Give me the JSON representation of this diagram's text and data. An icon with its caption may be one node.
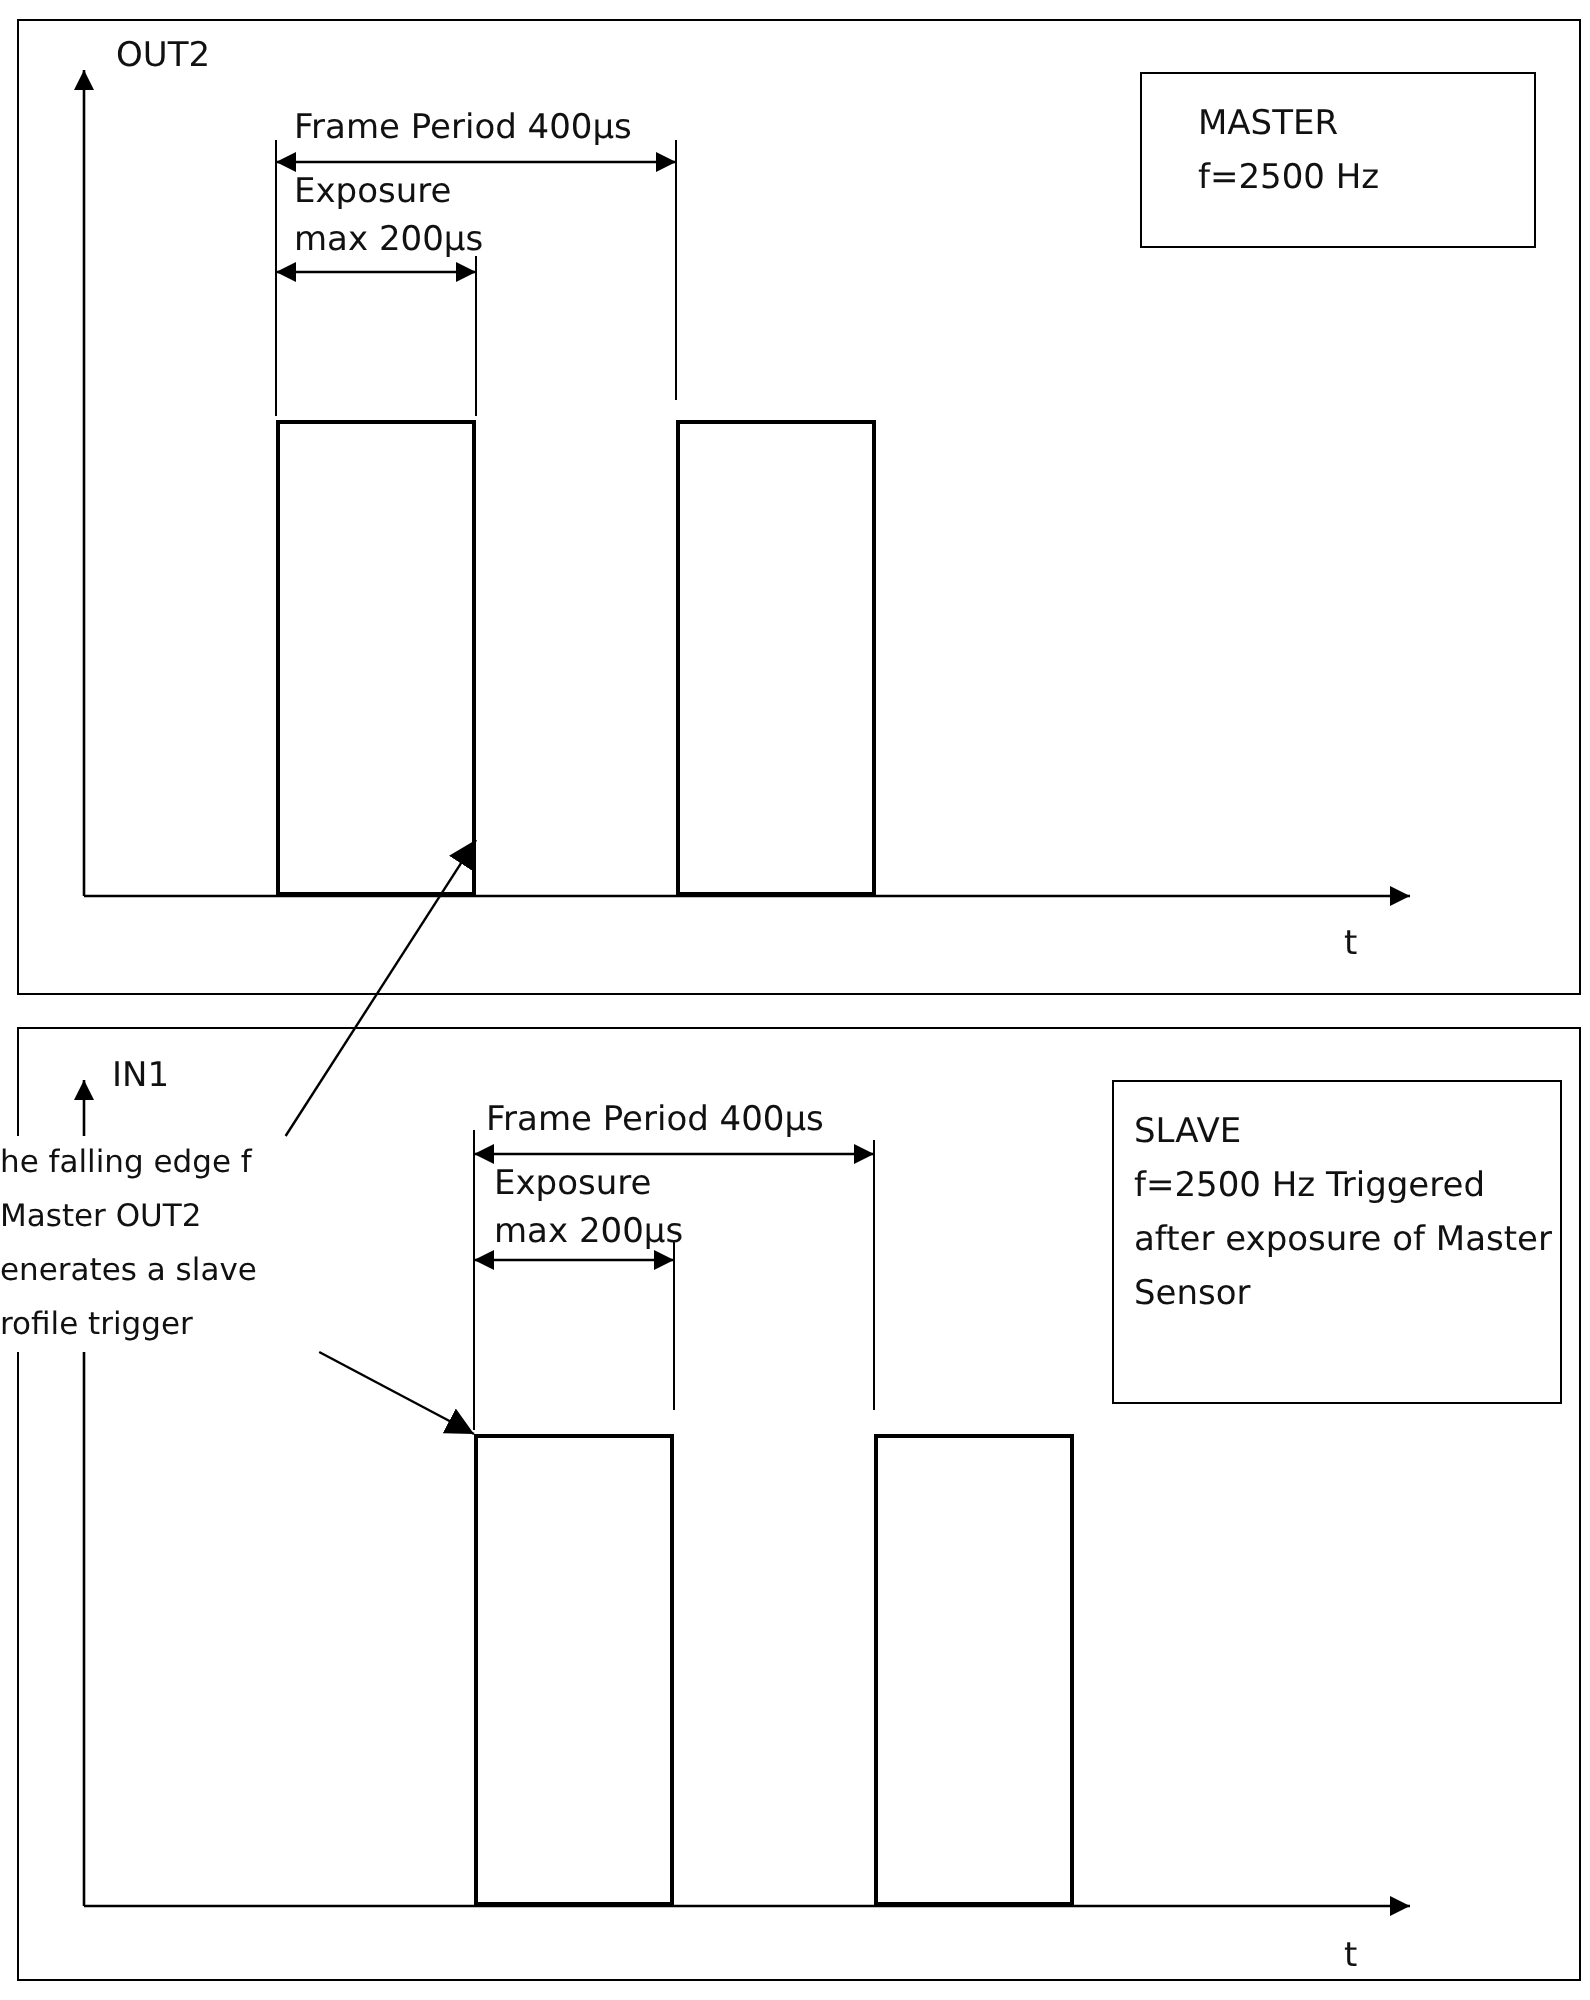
{
  "diagram": {
    "nodes": [
      {
        "text": [
          "MASTER",
          "f=2500 Hz"
        ]
      },
      {
        "text": [
          "SLAVE",
          "f=2500 Hz Triggered after exposure of Master Sensor"
        ]
      },
      {
        "text": [
          "he falling edge f Master OUT2 enerates a slave rofile trigger"
        ]
      },
      {
        "text": [],
        "shape": "box"
      },
      {
        "text": [],
        "shape": "box"
      },
      {
        "text": [],
        "shape": "box"
      },
      {
        "text": [],
        "shape": "box"
      }
    ],
    "edges": [
      {
        "from": 2,
        "to": 3,
        "arrow": "to"
      },
      {
        "from": 2,
        "to": 5,
        "arrow": "to"
      }
    ],
    "labels": [
      "OUT2",
      "Frame Period 400µs",
      "Exposure max 200µs",
      "t",
      "IN1",
      "Frame Period 400µs",
      "Exposure max 200µs",
      "t"
    ]
  }
}
